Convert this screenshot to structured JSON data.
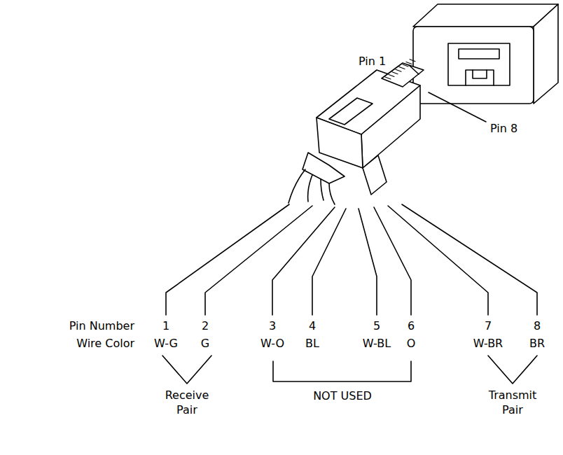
{
  "diagram": {
    "labels": [
      "Pin 1",
      "Pin 8",
      "Pin Number",
      "Wire Color",
      "1",
      "2",
      "3",
      "4",
      "5",
      "6",
      "7",
      "8",
      "W-G",
      "G",
      "W-O",
      "BL",
      "W-BL",
      "O",
      "W-BR",
      "BR",
      "Receive Pair",
      "NOT USED",
      "Transmit Pair"
    ]
  }
}
